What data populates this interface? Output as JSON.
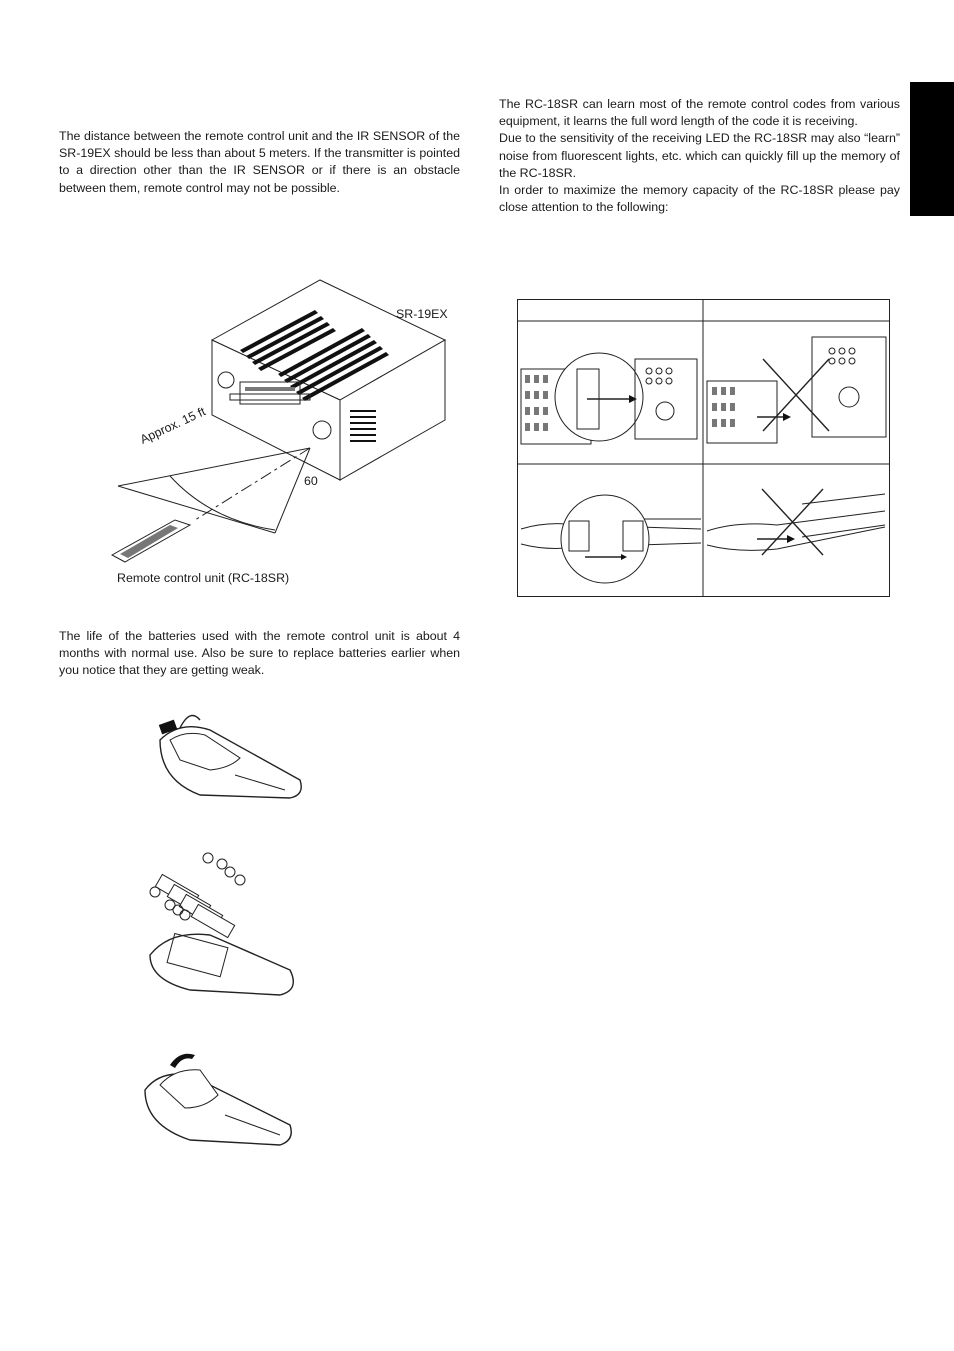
{
  "tab_color": "#000000",
  "range_section": {
    "text": "The distance between the remote control unit and the IR SENSOR of the SR-19EX should be less than about 5 meters. If the transmitter is pointed to a direction other than the IR SENSOR or if there is an obstacle between them, remote control may not be possible."
  },
  "range_figure": {
    "receiver_label": "SR-19EX",
    "angle_label": "60",
    "distance_label": "Approx. 15 ft",
    "remote_label": "Remote control unit (RC-18SR)"
  },
  "battery_section": {
    "text": "The life of the batteries used with the remote control unit is about 4 months with normal use. Also be sure to replace batteries earlier when you notice that they are getting weak."
  },
  "learning_section": {
    "lines": [
      "The RC-18SR can learn most of the remote control codes from various equipment, it learns the full word length of the code it is receiving.",
      "Due to the sensitivity of the receiving LED the RC-18SR may also “learn” noise from fluorescent lights, etc. which can quickly fill up the memory of the RC-18SR.",
      "In order to maximize the memory capacity of the RC-18SR please pay close attention to the following:"
    ]
  }
}
